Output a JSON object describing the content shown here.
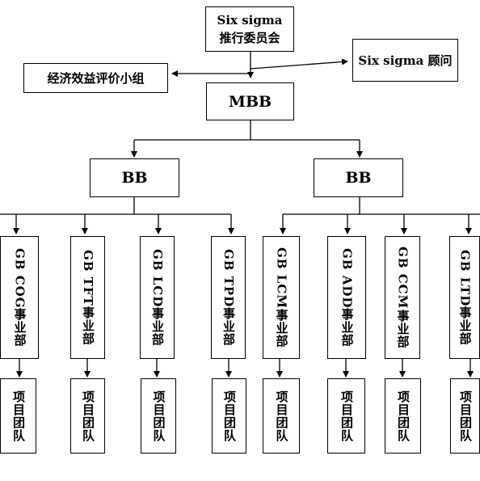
{
  "committee": {
    "line1": "Six sigma",
    "line2": "推行委员会"
  },
  "advisor": {
    "label": "Six sigma 顾问"
  },
  "eval_group": {
    "label": "经济效益评价小组"
  },
  "mbb": {
    "label": "MBB"
  },
  "bb_left": {
    "label": "BB"
  },
  "bb_right": {
    "label": "BB"
  },
  "departments": [
    {
      "prefix": "GB COG",
      "suffix": "事业部"
    },
    {
      "prefix": "GB TFT",
      "suffix": "事业部"
    },
    {
      "prefix": "GB LCD",
      "suffix": "事业部"
    },
    {
      "prefix": "GB TPD",
      "suffix": "事业部"
    },
    {
      "prefix": "GB LCM",
      "suffix": "事业部"
    },
    {
      "prefix": "GB ADD",
      "suffix": "事业部"
    },
    {
      "prefix": "GB CCM",
      "suffix": "事业部"
    },
    {
      "prefix": "GB LTD",
      "suffix": "事业部"
    }
  ],
  "teams": [
    {
      "label": "项目团队"
    },
    {
      "label": "项目团队"
    },
    {
      "label": "项目团队"
    },
    {
      "label": "项目团队"
    },
    {
      "label": "项目团队"
    },
    {
      "label": "项目团队"
    },
    {
      "label": "项目团队"
    },
    {
      "label": "项目团队"
    }
  ]
}
